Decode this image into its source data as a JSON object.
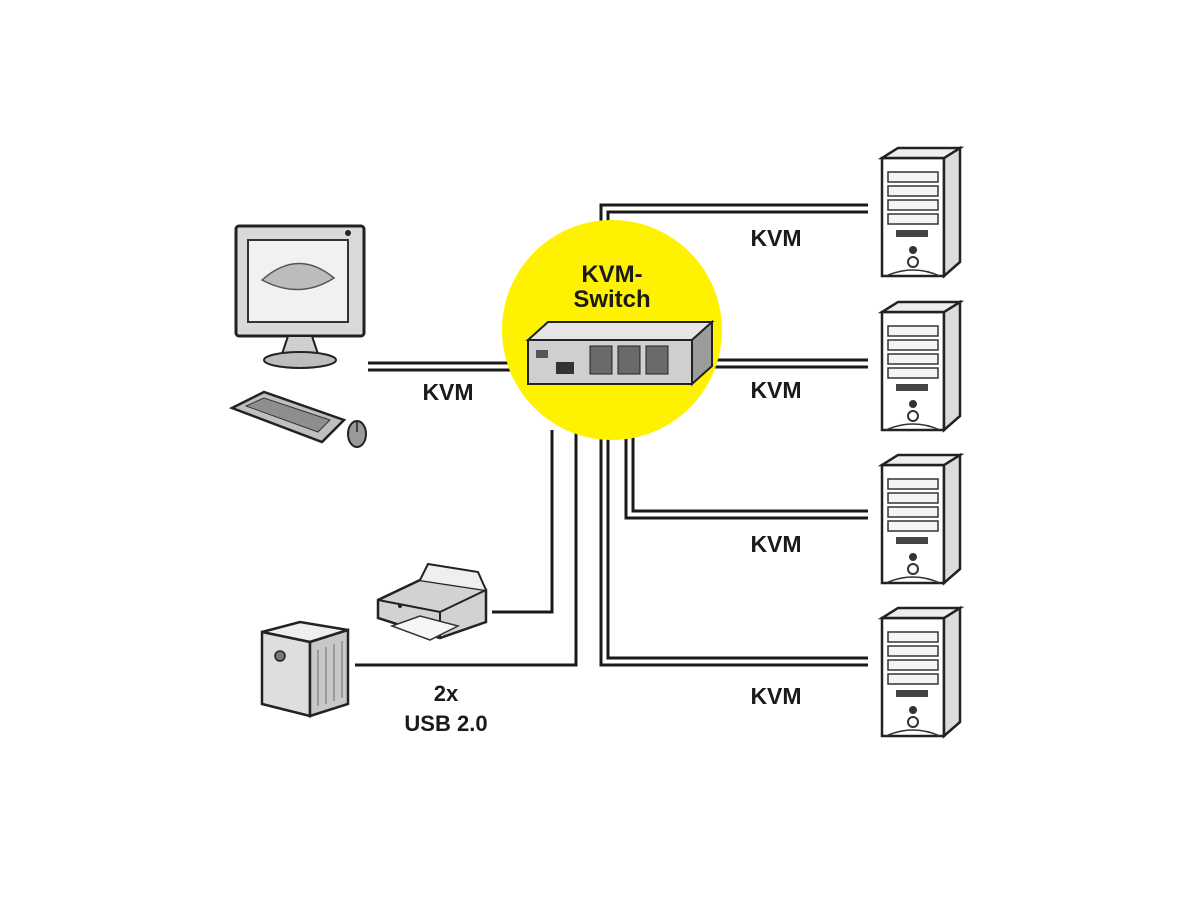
{
  "hub": {
    "title_line1": "KVM-",
    "title_line2": "Switch",
    "accent_color": "#fff200",
    "icon": "kvm-switch-icon"
  },
  "connections": {
    "console_label": "KVM",
    "server_labels": [
      "KVM",
      "KVM",
      "KVM",
      "KVM"
    ],
    "usb_label_line1": "2x",
    "usb_label_line2": "USB 2.0"
  },
  "devices": {
    "console": [
      "monitor-icon",
      "keyboard-icon",
      "mouse-icon"
    ],
    "servers": [
      "server-tower-icon",
      "server-tower-icon",
      "server-tower-icon",
      "server-tower-icon"
    ],
    "usb": [
      "printer-icon",
      "external-drive-icon"
    ]
  }
}
